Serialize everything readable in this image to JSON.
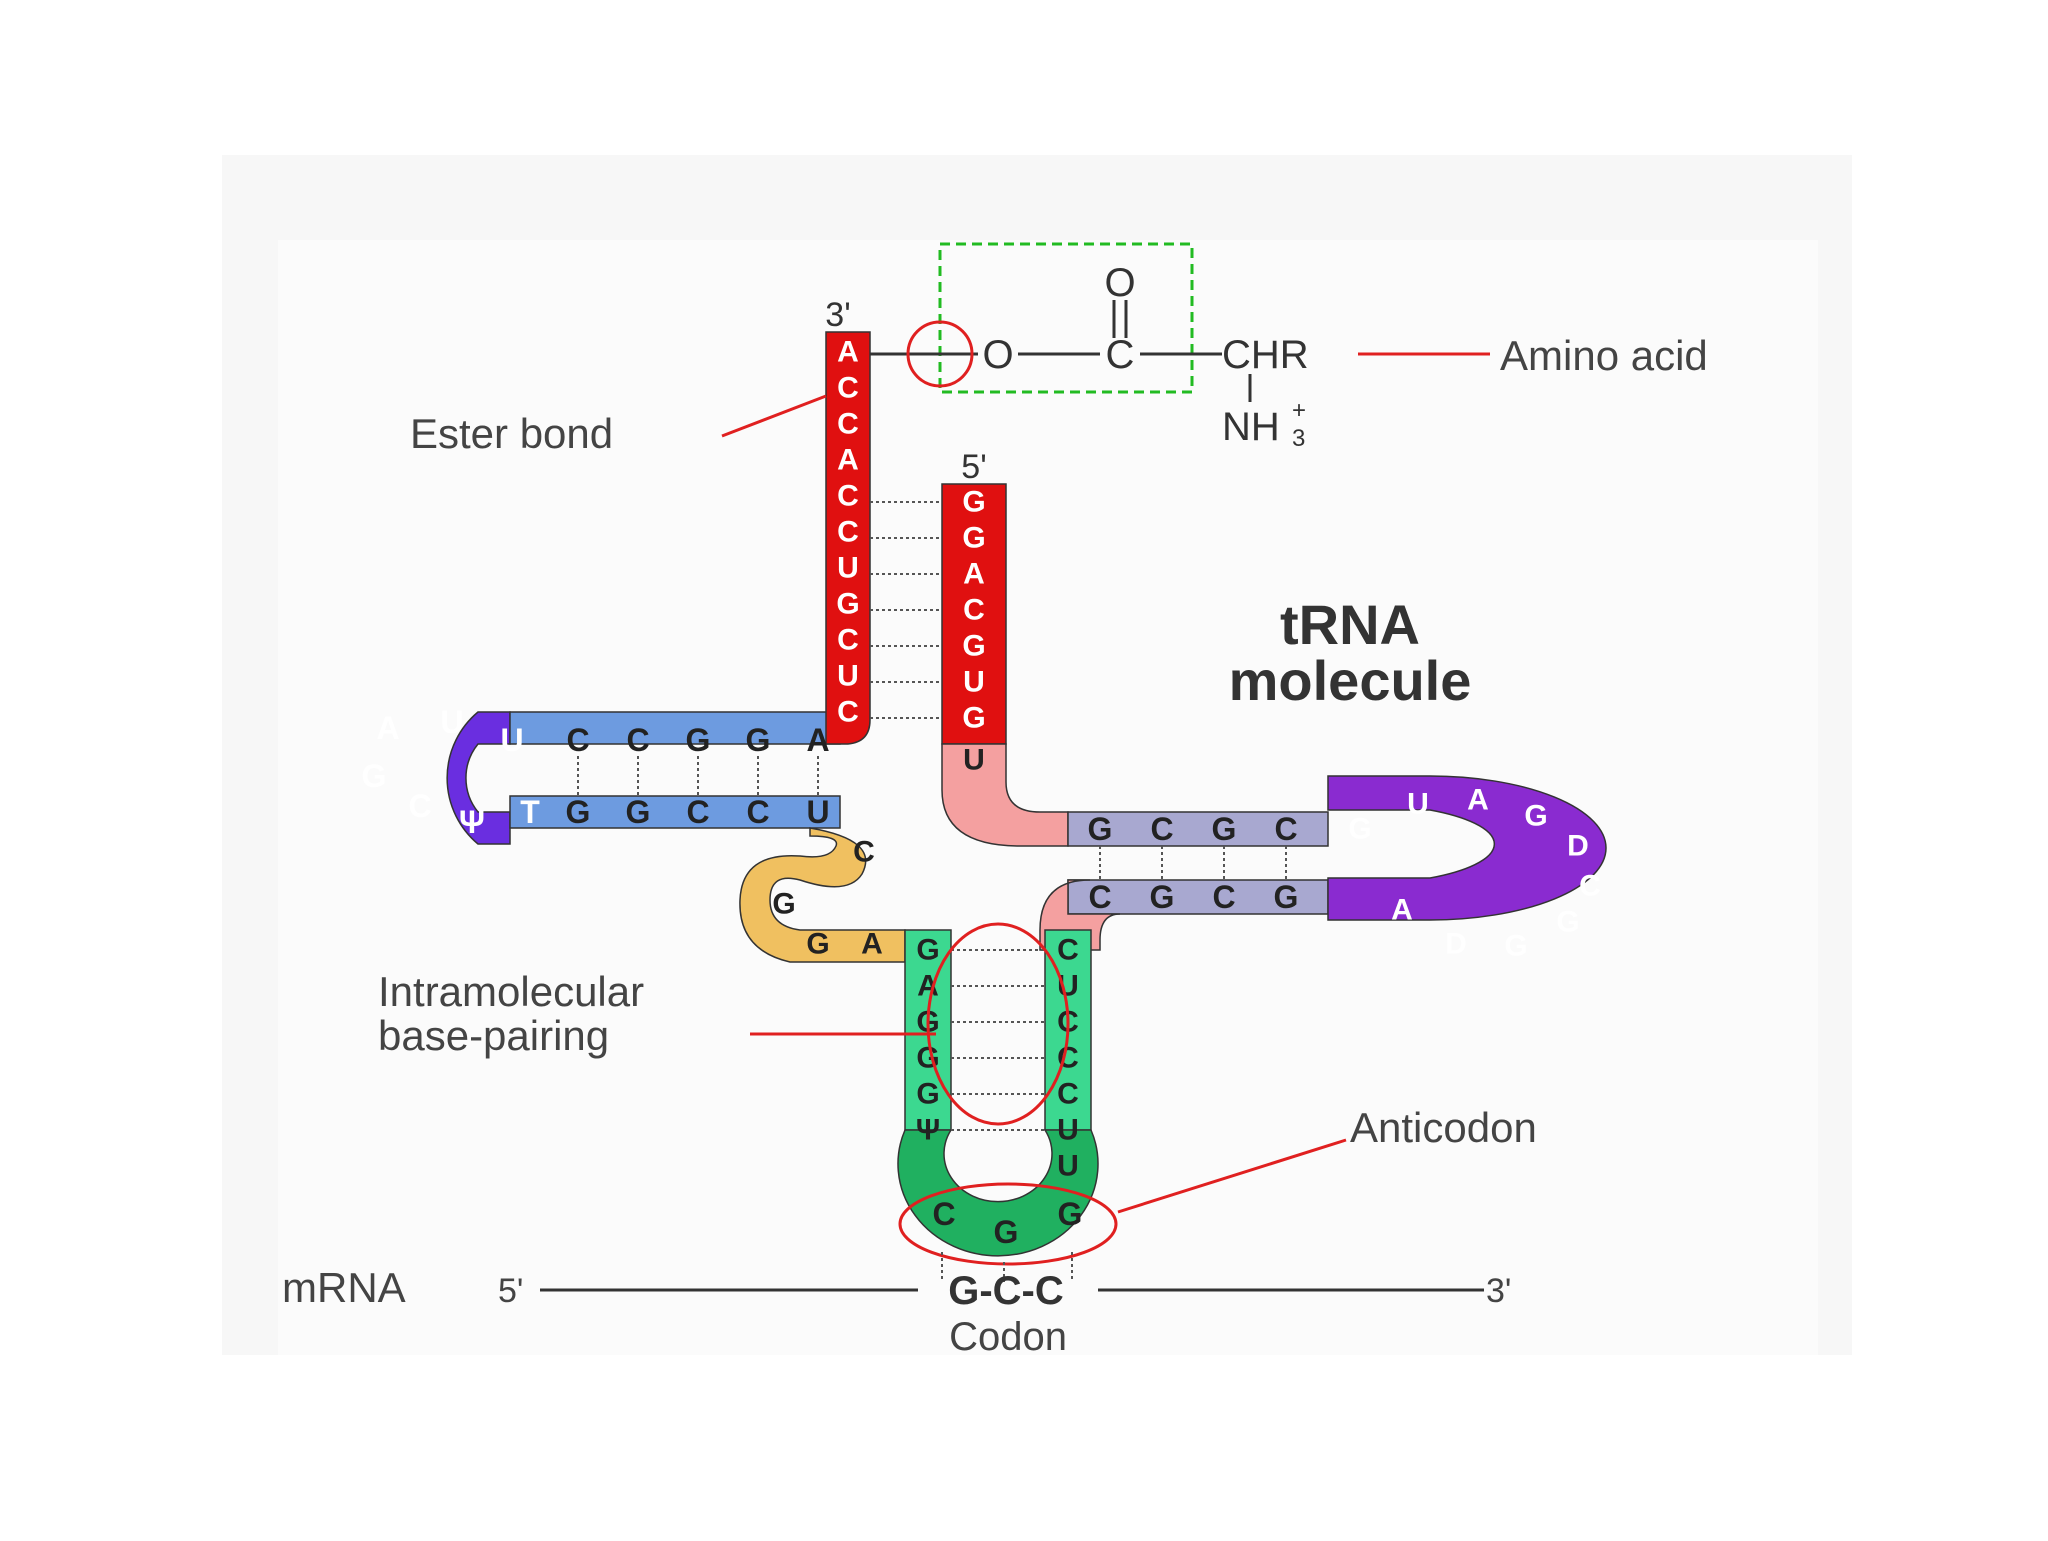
{
  "title_line1": "tRNA",
  "title_line2": "molecule",
  "labels": {
    "three_prime_top": "3'",
    "five_prime_top": "5'",
    "ester_bond": "Ester bond",
    "amino_acid": "Amino acid",
    "intramolecular_1": "Intramolecular",
    "intramolecular_2": "base-pairing",
    "anticodon": "Anticodon",
    "mrna": "mRNA",
    "mrna_5prime": "5'",
    "mrna_3prime": "3'",
    "codon_seq": "G-C-C",
    "codon": "Codon"
  },
  "chemistry": {
    "carbonyl_o": "O",
    "ester_o": "O",
    "carbon": "C",
    "chr": "CHR",
    "amine": "NH",
    "amine_sup": "+",
    "amine_sub": "3"
  },
  "sequences": {
    "acceptor_3prime": [
      "A",
      "C",
      "C",
      "A",
      "C",
      "C",
      "U",
      "G",
      "C",
      "U",
      "C"
    ],
    "acceptor_5prime": [
      "G",
      "G",
      "A",
      "C",
      "G",
      "U",
      "G"
    ],
    "linker_u": "U",
    "d_stem_top": [
      "C",
      "C",
      "G",
      "G",
      "A"
    ],
    "d_stem_bottom": [
      "G",
      "G",
      "C",
      "C",
      "U"
    ],
    "d_loop": [
      "T",
      "Ψ",
      "C",
      "G",
      "A",
      "U",
      "U"
    ],
    "variable": [
      "C",
      "G",
      "G",
      "A"
    ],
    "t_stem_top": [
      "G",
      "C",
      "G",
      "C"
    ],
    "t_stem_bottom": [
      "C",
      "G",
      "C",
      "G"
    ],
    "t_loop": [
      "G",
      "U",
      "A",
      "G",
      "D",
      "C",
      "G",
      "G",
      "D",
      "A"
    ],
    "anticodon_stem_left": [
      "G",
      "A",
      "G",
      "G",
      "G",
      "Ψ"
    ],
    "anticodon_stem_right": [
      "C",
      "U",
      "C",
      "C",
      "C",
      "U",
      "U"
    ],
    "anticodon": [
      "C",
      "G",
      "G"
    ]
  },
  "colors": {
    "acceptor": "#e01010",
    "d_arm": "#6d9be0",
    "d_loop": "#6a2ee0",
    "t_arm": "#a8a8d0",
    "t_loop": "#8a2bd0",
    "linker": "#f0c060",
    "connector": "#f4a0a0",
    "anticodon_arm": "#3cd890",
    "anticodon_loop": "#20b060",
    "highlight": "#e02020",
    "aa_box": "#22bb22"
  }
}
